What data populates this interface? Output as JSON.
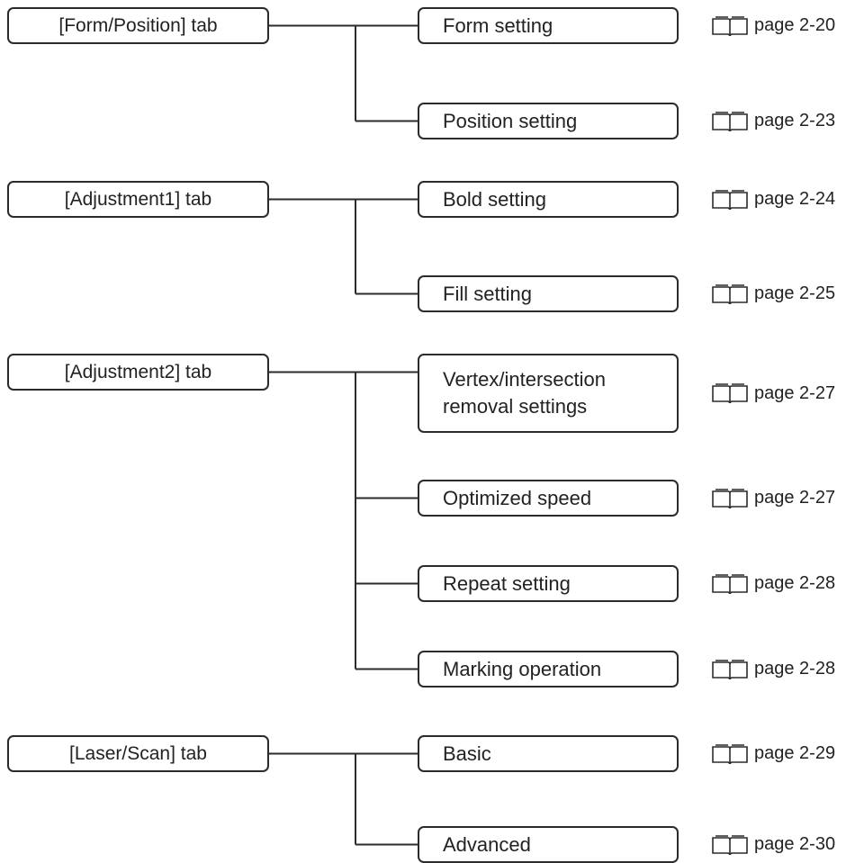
{
  "groups": [
    {
      "tab": "[Form/Position] tab",
      "settings": [
        {
          "label": "Form setting",
          "ref": "page 2-20"
        },
        {
          "label": "Position setting",
          "ref": "page 2-23"
        }
      ]
    },
    {
      "tab": "[Adjustment1] tab",
      "settings": [
        {
          "label": "Bold setting",
          "ref": "page 2-24"
        },
        {
          "label": "Fill setting",
          "ref": "page 2-25"
        }
      ]
    },
    {
      "tab": "[Adjustment2] tab",
      "settings": [
        {
          "label": "Vertex/intersection\nremoval settings",
          "ref": "page 2-27"
        },
        {
          "label": "Optimized speed",
          "ref": "page 2-27"
        },
        {
          "label": "Repeat setting",
          "ref": "page 2-28"
        },
        {
          "label": "Marking operation",
          "ref": "page 2-28"
        }
      ]
    },
    {
      "tab": "[Laser/Scan] tab",
      "settings": [
        {
          "label": "Basic",
          "ref": "page 2-29"
        },
        {
          "label": "Advanced",
          "ref": "page 2-30"
        }
      ]
    }
  ],
  "colors": {
    "line": "#2b2b2b",
    "text": "#222222"
  },
  "ref_icon": "book-icon"
}
